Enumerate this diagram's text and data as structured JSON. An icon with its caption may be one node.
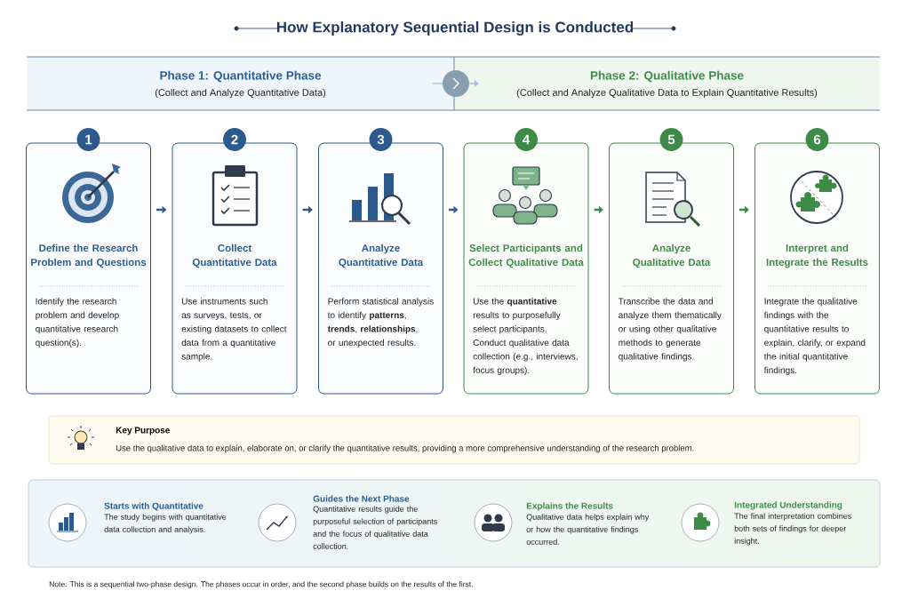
{
  "diagram": {
    "title": "How Explanatory Sequential Design is Conducted",
    "nodes": [
      {
        "text": [
          "Phase 1: Quantitative Phase",
          "(Collect and Analyze Quantitative Data)"
        ]
      },
      {
        "text": [
          "Phase 2: Qualitative Phase",
          "(Collect and Analyze Qualitative Data to Explain Quantitative Results)"
        ]
      },
      {
        "text": [
          "1",
          "Define the Research Problem and Questions",
          "Identify the research problem and develop quantitative research question(s)."
        ]
      },
      {
        "text": [
          "2",
          "Collect Quantitative Data",
          "Use instruments such as surveys, tests, or existing datasets to collect data from a quantitative sample."
        ]
      },
      {
        "text": [
          "3",
          "Analyze Quantitative Data",
          "Perform statistical analysis to identify **patterns**, **trends**, **relationships**, or unexpected results."
        ]
      },
      {
        "text": [
          "4",
          "Select Participants and Collect Qualitative Data",
          "Use the **quantitative** results to purposefully select participants. Conduct qualitative data collection (e.g., interviews, focus groups)."
        ]
      },
      {
        "text": [
          "5",
          "Analyze Qualitative Data",
          "Transcribe the data and analyze them thematically or using other qualitative methods to generate qualitative findings."
        ]
      },
      {
        "text": [
          "6",
          "Interpret and Integrate the Results",
          "Integrate the qualitative findings with the quantitative results to explain, clarify, or expand the initial quantitative findings."
        ]
      },
      {
        "text": [
          "Key Purpose",
          "Use the qualitative data to explain, elaborate on, or clarify the quantitative results, providing a more comprehensive understanding of the research problem."
        ]
      },
      {
        "text": [],
        "shape": "box"
      },
      {
        "text": [
          "Starts with Quantitative",
          "The study begins with quantitative data collection and analysis."
        ],
        "in": 9
      },
      {
        "text": [
          "Guides the Next Phase",
          "Quantitative results guide the purposeful selection of participants and the focus of qualitative data collection."
        ],
        "in": 9
      },
      {
        "text": [
          "Explains the Results",
          "Qualitative data helps explain why or how the quantitative findings occurred."
        ],
        "in": 9
      },
      {
        "text": [
          "Integrated Understanding",
          "The final interpretation combines both sets of findings for deeper insight."
        ],
        "in": 9
      }
    ],
    "edges": [
      {
        "from": 0,
        "to": 1,
        "arrow": "to",
        "color": "#a9c4dc"
      },
      {
        "from": 2,
        "to": 3,
        "arrow": "to"
      },
      {
        "from": 3,
        "to": 4,
        "arrow": "to"
      },
      {
        "from": 4,
        "to": 5,
        "arrow": "to"
      },
      {
        "from": 5,
        "to": 6,
        "arrow": "to",
        "color": "#3d8b46"
      },
      {
        "from": 6,
        "to": 7,
        "arrow": "to",
        "color": "#3d8b46"
      }
    ],
    "labels": [
      "Note: This is a sequential two-phase design. The phases occur in order, and the second phase builds on the results of the first."
    ]
  }
}
